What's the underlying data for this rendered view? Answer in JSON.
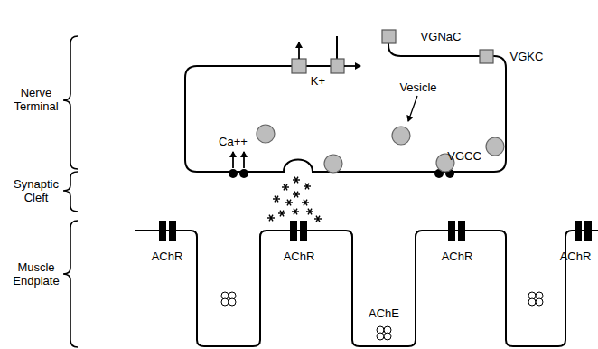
{
  "diagram": {
    "labels": [
      "Nerve Terminal",
      "Synaptic Cleft",
      "Muscle Endplate",
      "K+",
      "Vesicle",
      "VGNaC",
      "VGKC",
      "Ca++",
      "VGCC",
      "AChR",
      "AChR",
      "AChE",
      "AChR",
      "AChR"
    ]
  }
}
